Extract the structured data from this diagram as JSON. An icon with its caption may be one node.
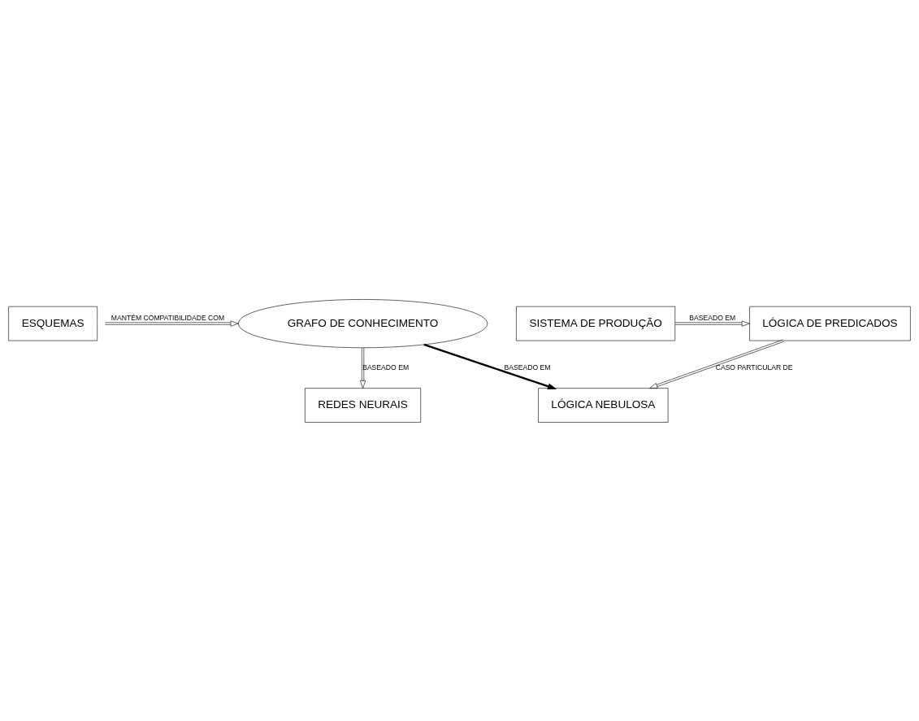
{
  "diagram": {
    "nodes": [
      {
        "text": [
          "ESQUEMAS"
        ]
      },
      {
        "text": [
          "GRAFO DE CONHECIMENTO"
        ]
      },
      {
        "text": [
          "REDES NEURAIS"
        ]
      },
      {
        "text": [
          "LÓGICA NEBULOSA"
        ]
      },
      {
        "text": [
          "SISTEMA DE PRODUÇÃO"
        ]
      },
      {
        "text": [
          "LÓGICA DE PREDICADOS"
        ]
      }
    ],
    "edges": [
      {
        "from": 0,
        "to": 1,
        "arrow": "both",
        "label": "MANTÉM COMPATIBILIDADE COM"
      },
      {
        "from": 1,
        "to": 2,
        "arrow": "to",
        "label": "BASEADO EM"
      },
      {
        "from": 1,
        "to": 3,
        "arrow": "to",
        "label": "BASEADO EM",
        "style": "thick"
      },
      {
        "from": 5,
        "to": 3,
        "arrow": "to",
        "label": "CASO PARTICULAR DE"
      },
      {
        "from": 4,
        "to": 5,
        "arrow": "to",
        "label": "BASEADO EM"
      }
    ]
  }
}
